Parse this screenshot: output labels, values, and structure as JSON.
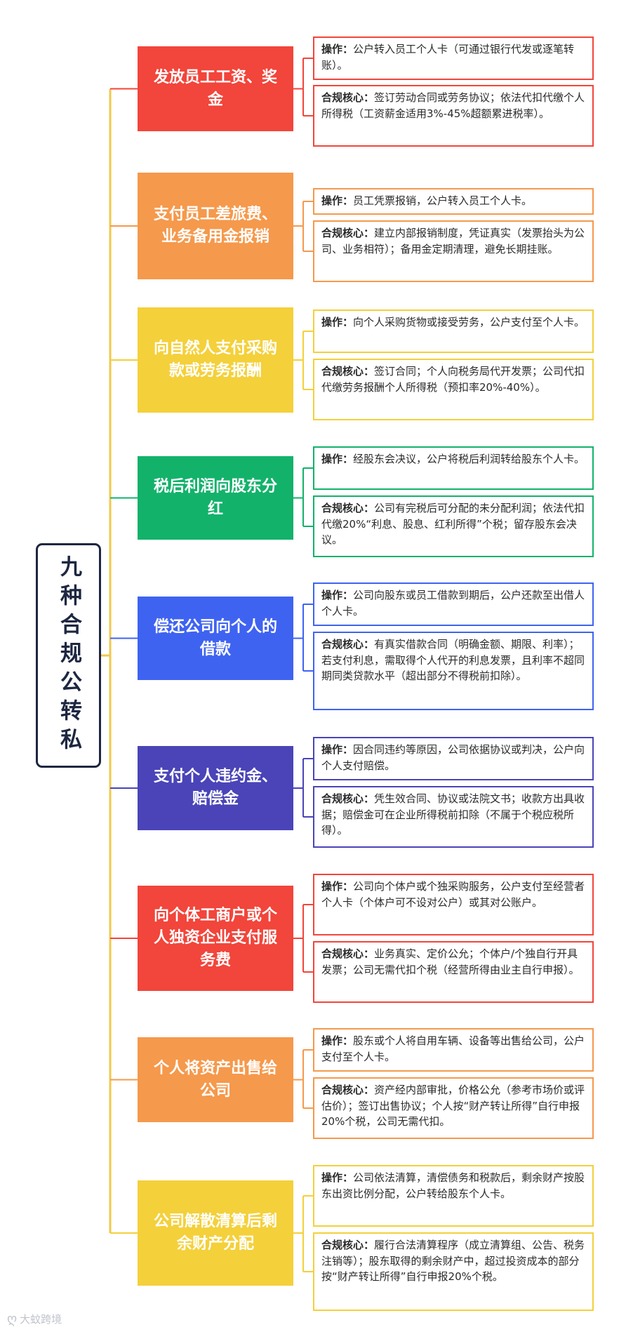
{
  "root": {
    "title": "九种合规公转私"
  },
  "colors": {
    "trunk": "#f2c94c",
    "red": "#f2453b",
    "orange": "#f5994c",
    "yellow": "#f4d03a",
    "green": "#13b26b",
    "blue": "#3f63f1",
    "indigo": "#4a44b8"
  },
  "label_keys": {
    "operation": "操作：",
    "compliance": "合规核心："
  },
  "items": [
    {
      "title": "发放员工工资、奖金",
      "color": "red",
      "operation": "公户转入员工个人卡（可通过银行代发或逐笔转账）。",
      "compliance": "签订劳动合同或劳务协议；依法代扣代缴个人所得税（工资薪金适用3%-45%超额累进税率）。"
    },
    {
      "title": "支付员工差旅费、业务备用金报销",
      "color": "orange",
      "operation": "员工凭票报销，公户转入员工个人卡。",
      "compliance": "建立内部报销制度，凭证真实（发票抬头为公司、业务相符）；备用金定期清理，避免长期挂账。"
    },
    {
      "title": "向自然人支付采购款或劳务报酬",
      "color": "yellow",
      "operation": "向个人采购货物或接受劳务，公户支付至个人卡。",
      "compliance": "签订合同；个人向税务局代开发票；公司代扣代缴劳务报酬个人所得税（预扣率20%-40%）。"
    },
    {
      "title": "税后利润向股东分红",
      "color": "green",
      "operation": "经股东会决议，公户将税后利润转给股东个人卡。",
      "compliance": "公司有完税后可分配的未分配利润；依法代扣代缴20%“利息、股息、红利所得”个税；留存股东会决议。"
    },
    {
      "title": "偿还公司向个人的借款",
      "color": "blue",
      "operation": "公司向股东或员工借款到期后，公户还款至出借人个人卡。",
      "compliance": "有真实借款合同（明确金额、期限、利率）；若支付利息，需取得个人代开的利息发票，且利率不超同期同类贷款水平（超出部分不得税前扣除）。"
    },
    {
      "title": "支付个人违约金、赔偿金",
      "color": "indigo",
      "operation": "因合同违约等原因，公司依据协议或判决，公户向个人支付赔偿。",
      "compliance": "凭生效合同、协议或法院文书；收款方出具收据；赔偿金可在企业所得税前扣除（不属于个税应税所得）。"
    },
    {
      "title": "向个体工商户或个人独资企业支付服务费",
      "color": "red",
      "operation": "公司向个体户或个独采购服务，公户支付至经营者个人卡（个体户可不设对公户）或其对公账户。",
      "compliance": "业务真实、定价公允；个体户/个独自行开具发票；公司无需代扣个税（经营所得由业主自行申报）。"
    },
    {
      "title": "个人将资产出售给公司",
      "color": "orange",
      "operation": "股东或个人将自用车辆、设备等出售给公司，公户支付至个人卡。",
      "compliance": "资产经内部审批，价格公允（参考市场价或评估价）；签订出售协议；个人按“财产转让所得”自行申报20%个税，公司无需代扣。"
    },
    {
      "title": "公司解散清算后剩余财产分配",
      "color": "yellow",
      "operation": "公司依法清算，清偿债务和税款后，剩余财产按股东出资比例分配，公户转给股东个人卡。",
      "compliance": "履行合法清算程序（成立清算组、公告、税务注销等）；股东取得的剩余财产中，超过投资成本的部分按“财产转让所得”自行申报20%个税。"
    }
  ],
  "watermark": {
    "icon": "watermark-logo-icon",
    "text": "大蚊跨境"
  }
}
